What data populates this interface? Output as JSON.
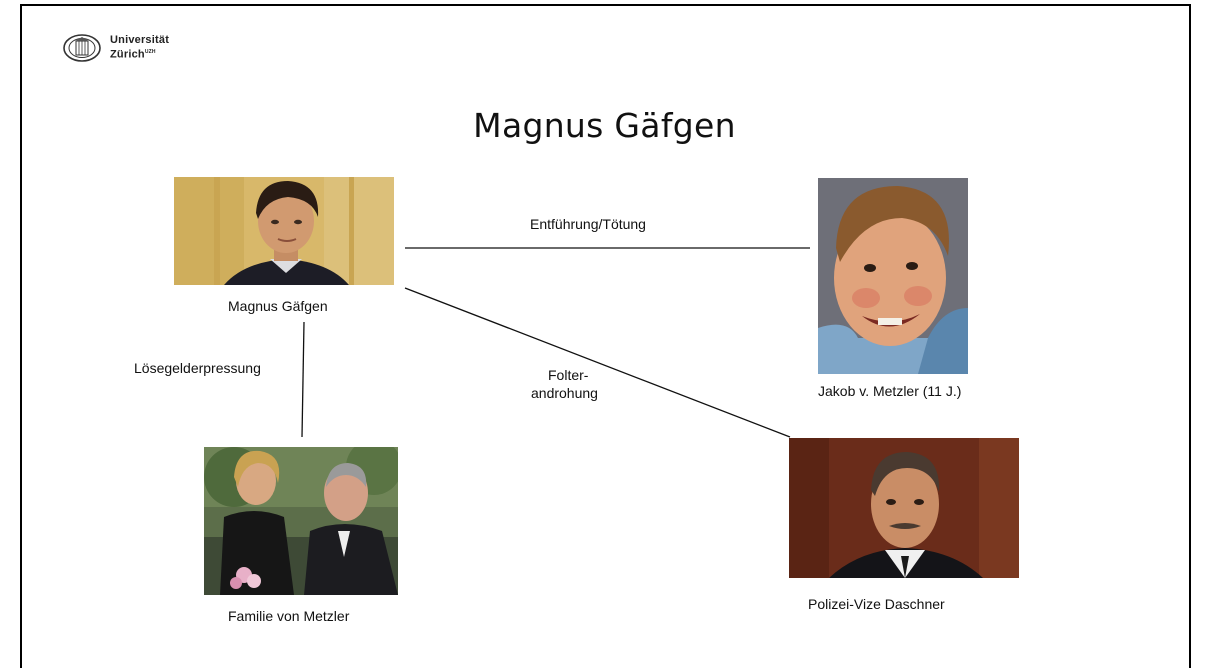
{
  "header": {
    "logo_line1": "Universität",
    "logo_line2": "Zürich",
    "logo_suffix": "UZH"
  },
  "title": "Magnus Gäfgen",
  "people": {
    "gaefgen": "Magnus  Gäfgen",
    "jakob": "Jakob v. Metzler (11  J.)",
    "familie": "Familie  von Metzler",
    "daschner": "Polizei-Vize  Daschner"
  },
  "relations": {
    "entfuehrung": "Entführung/Tötung",
    "loesegeld": "Lösegelderpressung",
    "folter_line1": "Folter-",
    "folter_line2": "androhung"
  }
}
